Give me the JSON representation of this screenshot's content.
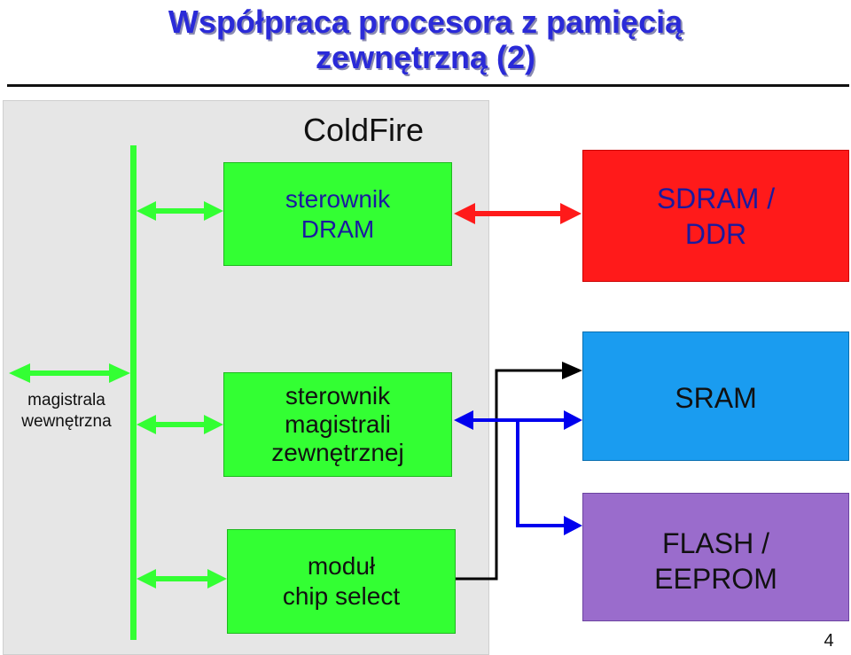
{
  "title_line1": "Współpraca procesora z pamięcią",
  "title_line2": "zewnętrzną (2)",
  "chip_label": "ColdFire",
  "blocks": {
    "dram_controller": "sterownik\nDRAM",
    "bus_controller": "sterownik\nmagistrali\nzewnętrznej",
    "chip_select": "moduł\nchip select",
    "sdram": "SDRAM /\nDDR",
    "sram": "SRAM",
    "flash": "FLASH /\nEEPROM"
  },
  "internal_bus_label": "magistrala\nwewnętrzna",
  "page_number": "4",
  "colors": {
    "title": "#2a2ad8",
    "internal": "#33ff33",
    "sdram": "#ff1a1a",
    "sram": "#1a9cf0",
    "flash": "#9a6ccc",
    "dram_link": "#ff1a1a",
    "data_link": "#0000ee",
    "control_link": "#000000"
  }
}
